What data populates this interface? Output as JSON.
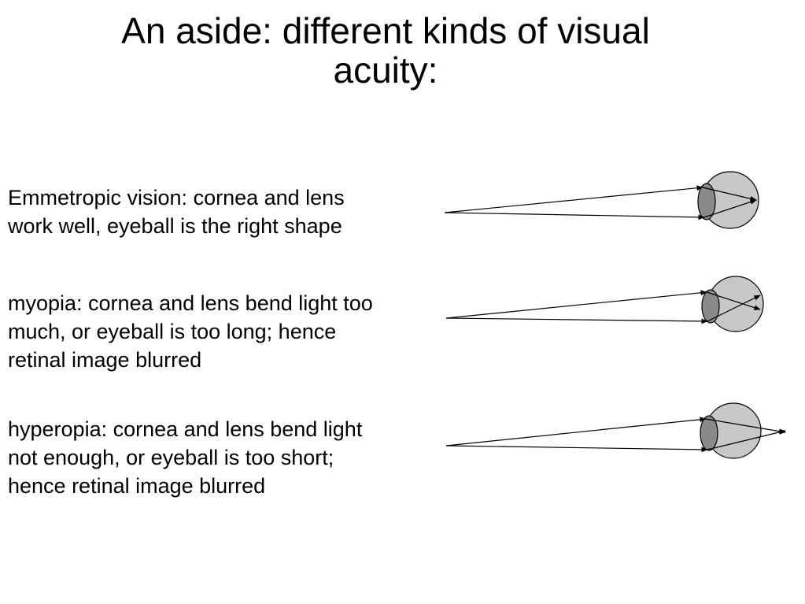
{
  "title": {
    "line1": "An aside: different kinds of visual",
    "line2": "acuity:"
  },
  "sections": [
    {
      "lines": [
        "Emmetropic vision: cornea and lens",
        "work well, eyeball is the right shape"
      ]
    },
    {
      "lines": [
        "myopia: cornea and lens bend light too",
        "much, or eyeball is too long; hence",
        "retinal image blurred"
      ]
    },
    {
      "lines": [
        "hyperopia: cornea and lens bend light",
        "not enough, or eyeball is too short;",
        "hence retinal image blurred"
      ]
    }
  ],
  "colors": {
    "eyeball_fill": "#c8c8c8",
    "lens_fill": "#8a8a8a",
    "stroke": "#000000"
  }
}
